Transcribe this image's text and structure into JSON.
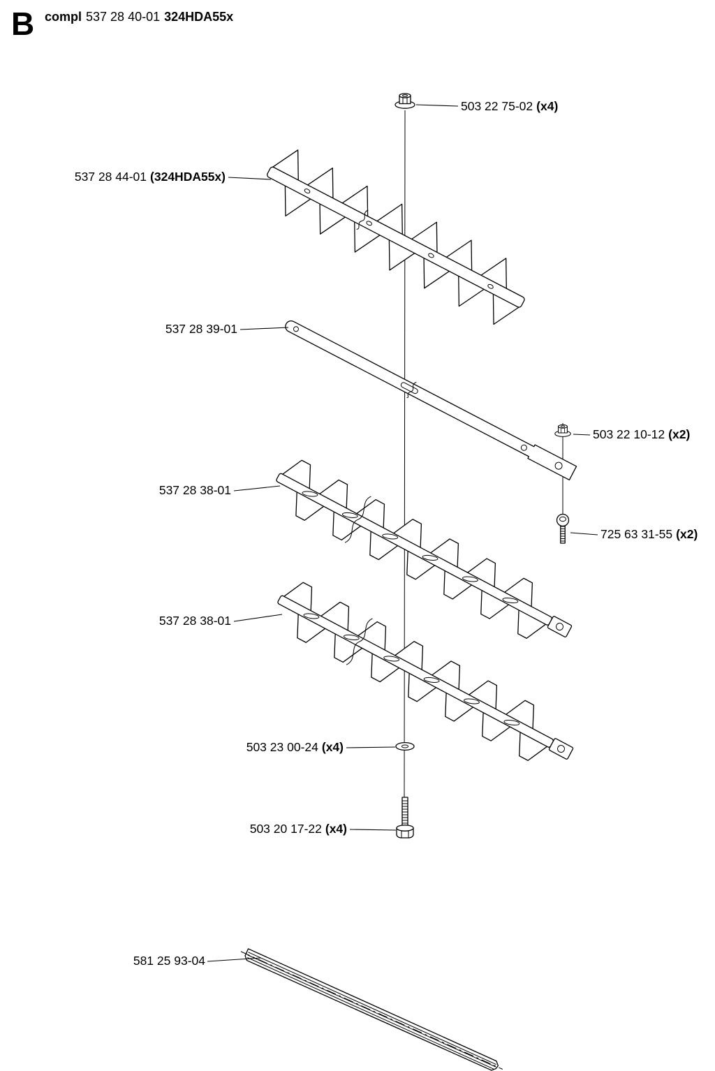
{
  "page": {
    "background_color": "#ffffff",
    "line_color": "#000000"
  },
  "header": {
    "section_letter": "B",
    "title_prefix": "compl",
    "title_number": "537 28 40-01",
    "title_model": "324HDA55x"
  },
  "parts": {
    "flange_nut": {
      "number": "503 22 75-02",
      "qty": "(x4)"
    },
    "guard_blade": {
      "number": "537 28 44-01",
      "variant": "(324HDA55x)"
    },
    "support_bar": {
      "number": "537 28 39-01"
    },
    "lock_nut": {
      "number": "503 22 10-12",
      "qty": "(x2)"
    },
    "screw": {
      "number": "725 63 31-55",
      "qty": "(x2)"
    },
    "cutter_blade_1": {
      "number": "537 28 38-01"
    },
    "cutter_blade_2": {
      "number": "537 28 38-01"
    },
    "washer": {
      "number": "503 23 00-24",
      "qty": "(x4)"
    },
    "bolt": {
      "number": "503 20 17-22",
      "qty": "(x4)"
    },
    "guide_bar": {
      "number": "581 25 93-04"
    }
  }
}
